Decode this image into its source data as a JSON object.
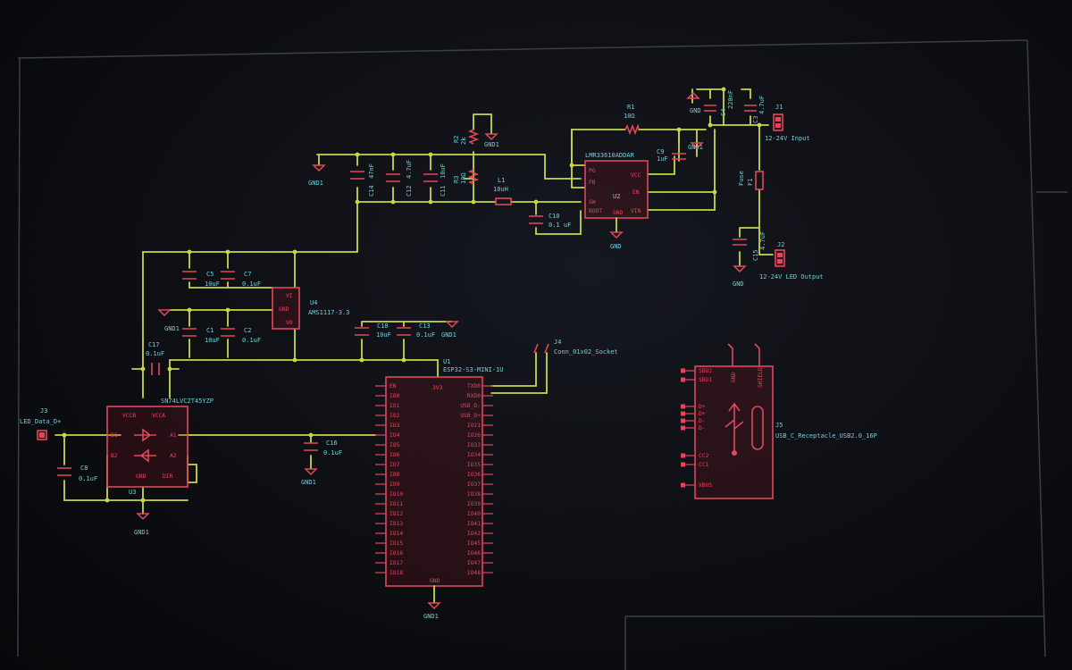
{
  "components": {
    "r1": {
      "ref": "R1",
      "value": "10Ω"
    },
    "r2": {
      "ref": "R2",
      "value": "2k"
    },
    "r3": {
      "ref": "R3",
      "value": "10Ω"
    },
    "l1": {
      "ref": "L1",
      "value": "10uH"
    },
    "c4": {
      "ref": "C4",
      "value": "220nF"
    },
    "c3": {
      "ref": "C3",
      "value": "4.7uF"
    },
    "c9": {
      "ref": "C9",
      "value": "1uF"
    },
    "c10": {
      "ref": "C10",
      "value": "0.1 uF"
    },
    "c14": {
      "ref": "C14",
      "value": "47nF"
    },
    "c12": {
      "ref": "C12",
      "value": "4.7uF"
    },
    "c11": {
      "ref": "C11",
      "value": "10uF"
    },
    "c5": {
      "ref": "C5",
      "value": "10uF"
    },
    "c7": {
      "ref": "C7",
      "value": "0.1uF"
    },
    "c1": {
      "ref": "C1",
      "value": "10uF"
    },
    "c2": {
      "ref": "C2",
      "value": "0.1uF"
    },
    "c18": {
      "ref": "C18",
      "value": "10uF"
    },
    "c13": {
      "ref": "C13",
      "value": "0.1uF"
    },
    "c17": {
      "ref": "C17",
      "value": "0.1uF"
    },
    "c8": {
      "ref": "C8",
      "value": "0.1uF"
    },
    "c16": {
      "ref": "C16",
      "value": "0.1uF"
    },
    "c15": {
      "ref": "C15",
      "value": "4.7uF"
    },
    "f1": {
      "ref": "F1",
      "value": "Fuse"
    },
    "j1": {
      "ref": "J1",
      "value": "12-24V Input"
    },
    "j2": {
      "ref": "J2",
      "value": "12-24V LED Output"
    },
    "j3": {
      "ref": "J3",
      "value": "LED_Data_D+"
    },
    "j4": {
      "ref": "J4",
      "value": "Conn_01x02_Socket"
    },
    "j5": {
      "ref": "J5",
      "value": "USB_C_Receptacle_USB2.0_16P"
    },
    "u1": {
      "ref": "U1",
      "value": "ESP32-S3-MINI-1U"
    },
    "u2": {
      "ref": "U2",
      "value": "LMR33610ADDAR"
    },
    "u3": {
      "ref": "U3",
      "value": "SN74LVC2T45YZP"
    },
    "u4": {
      "ref": "U4",
      "value": "AMS1117-3.3"
    }
  },
  "nets": {
    "gnd": "GND",
    "gnd1": "GND1"
  },
  "u2_pins": {
    "pg": "PG",
    "fb": "FB",
    "sw": "SW",
    "boot": "BOOT",
    "vcc": "VCC",
    "en": "EN",
    "vin": "VIN",
    "gnd": "GND"
  },
  "u4_pins": {
    "vi": "VI",
    "vo": "VO",
    "gnd": "GND"
  },
  "u3_pins": {
    "vcca": "VCCA",
    "vccb": "VCCB",
    "b1": "B1",
    "b2": "B2",
    "a1": "A1",
    "a2": "A2",
    "gnd": "GND",
    "dir": "DIR"
  },
  "u1_left_pins": [
    "EN",
    "IO0",
    "IO1",
    "IO2",
    "IO3",
    "IO4",
    "IO5",
    "IO6",
    "IO7",
    "IO8",
    "IO9",
    "IO10",
    "IO11",
    "IO12",
    "IO13",
    "IO14",
    "IO15",
    "IO16",
    "IO17",
    "IO18"
  ],
  "u1_right_pins": [
    "TXD0",
    "RXD0",
    "USB_D-",
    "USB_D+",
    "IO21",
    "IO26",
    "IO33",
    "IO34",
    "IO35",
    "IO36",
    "IO37",
    "IO38",
    "IO39",
    "IO40",
    "IO41",
    "IO42",
    "IO45",
    "IO46",
    "IO47",
    "IO48"
  ],
  "u1_top_pin": "3V3",
  "u1_bottom_pin": "GND",
  "j5_left_pins": [
    "SBU2",
    "SBU1",
    "D+",
    "D+",
    "D-",
    "D-",
    "CC2",
    "CC1",
    "VBUS"
  ],
  "j5_top_pins": {
    "gnd": "GND",
    "shield": "SHIELD"
  },
  "colors": {
    "wire": "#c8d64a",
    "symbol": "#e0475b",
    "text": "#6fd0d8",
    "background": "#101216"
  }
}
